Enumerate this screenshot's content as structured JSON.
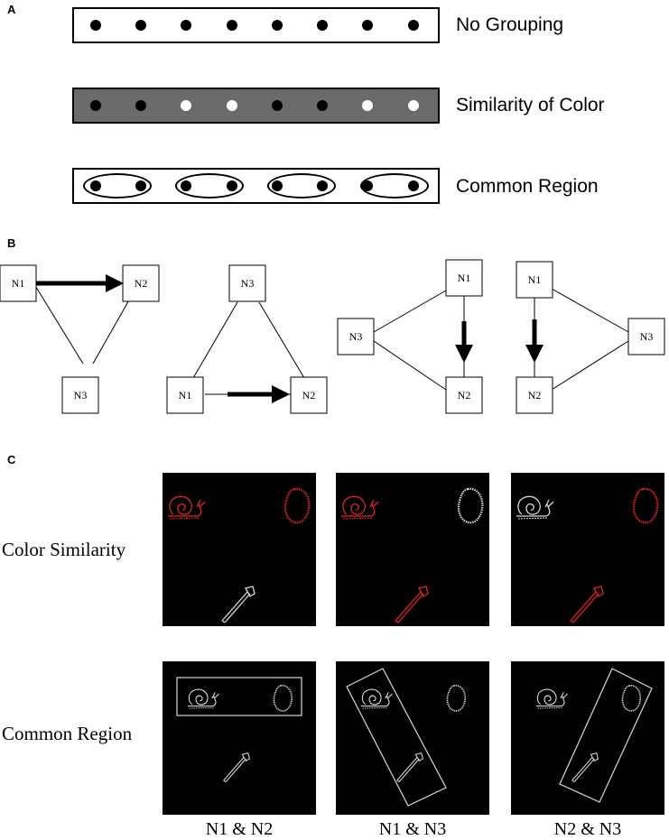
{
  "panels": {
    "a": "A",
    "b": "B",
    "c": "C"
  },
  "panel_a": {
    "strips": [
      {
        "label": "No Grouping",
        "background": "#ffffff",
        "dot_colors": [
          "#000000",
          "#000000",
          "#000000",
          "#000000",
          "#000000",
          "#000000",
          "#000000",
          "#000000"
        ],
        "ellipses": false
      },
      {
        "label": "Similarity of Color",
        "background": "#6b6b6b",
        "dot_colors": [
          "#000000",
          "#000000",
          "#ffffff",
          "#ffffff",
          "#000000",
          "#000000",
          "#ffffff",
          "#ffffff"
        ],
        "ellipses": false
      },
      {
        "label": "Common Region",
        "background": "#ffffff",
        "dot_colors": [
          "#000000",
          "#000000",
          "#000000",
          "#000000",
          "#000000",
          "#000000",
          "#000000",
          "#000000"
        ],
        "ellipses": true
      }
    ]
  },
  "panel_b": {
    "node_labels": {
      "n1": "N1",
      "n2": "N2",
      "n3": "N3"
    }
  },
  "panel_c": {
    "row_labels": [
      "Color Similarity",
      "Common Region"
    ],
    "column_labels": [
      "N1 & N2",
      "N1 & N3",
      "N2 & N3"
    ],
    "colors": {
      "highlight": "#e8202a",
      "neutral": "#d9d9d9",
      "background": "#000000"
    }
  }
}
